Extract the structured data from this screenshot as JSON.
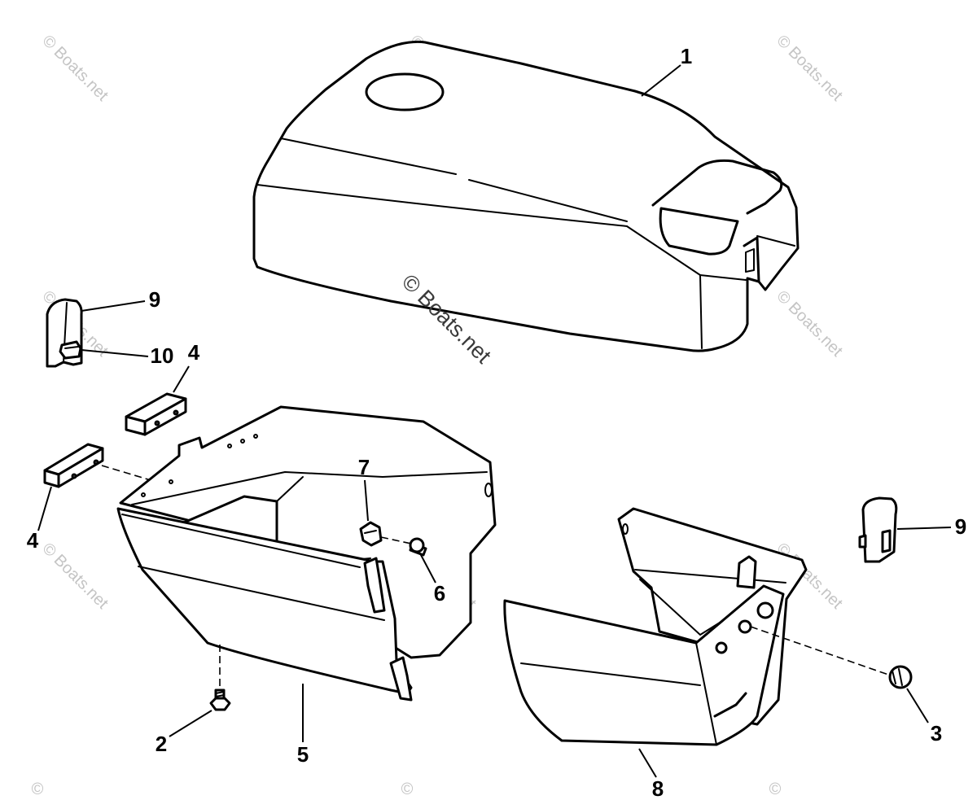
{
  "watermark": "© Boats.net",
  "watermark_partial": "©",
  "callouts": [
    "1",
    "9",
    "10",
    "4",
    "4",
    "7",
    "6",
    "9",
    "3",
    "2",
    "5",
    "8"
  ],
  "colors": {
    "line": "#000000",
    "background": "#ffffff",
    "watermark": "#c4c4c4",
    "watermark_main": "#3a3a3a"
  }
}
